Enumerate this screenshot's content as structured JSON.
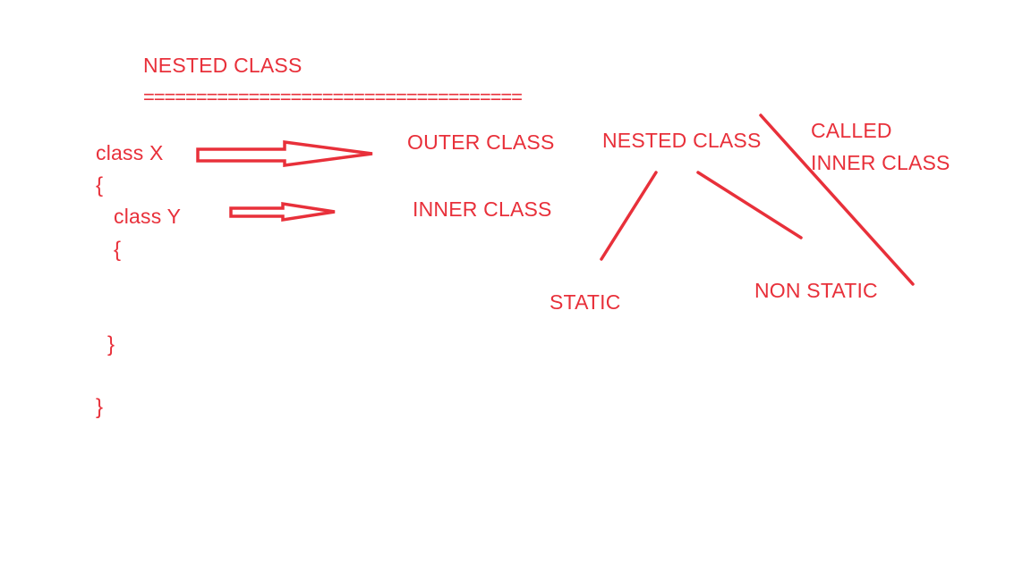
{
  "theme": {
    "ink": "#e8303a",
    "background": "#ffffff"
  },
  "heading": {
    "title": "NESTED CLASS",
    "underline": "===================================="
  },
  "code": {
    "outer_decl": "class X",
    "outer_open": "{",
    "inner_decl": "class Y",
    "inner_open": "{",
    "inner_close": "}",
    "outer_close": "}"
  },
  "annotations": {
    "outer_label": "OUTER CLASS",
    "inner_label": "INNER CLASS"
  },
  "tree": {
    "root": "NESTED CLASS",
    "left_branch": "STATIC",
    "right_branch": "NON STATIC",
    "note_line1": "CALLED",
    "note_line2": "INNER CLASS"
  }
}
